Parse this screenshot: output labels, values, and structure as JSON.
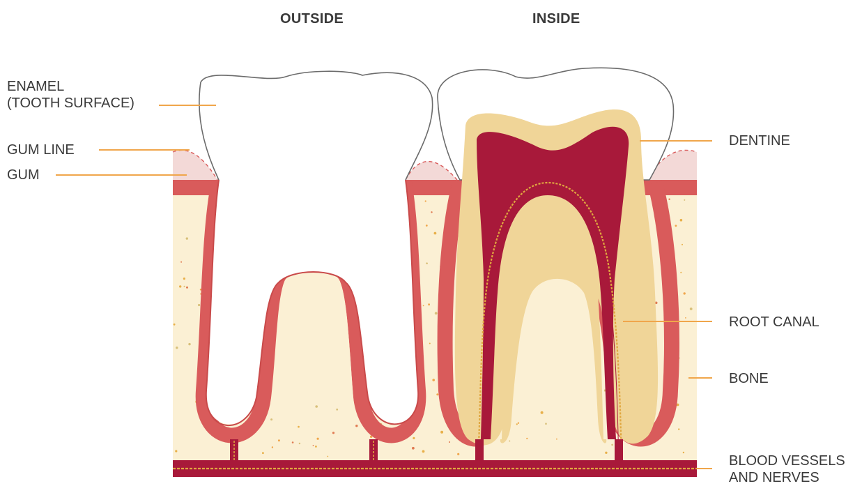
{
  "headings": {
    "outside": "OUTSIDE",
    "inside": "INSIDE"
  },
  "labels": {
    "enamel_line1": "ENAMEL",
    "enamel_line2": "(TOOTH SURFACE)",
    "gum_line": "GUM LINE",
    "gum": "GUM",
    "dentine": "DENTINE",
    "root_canal": "ROOT CANAL",
    "bone": "BONE",
    "vessels_line1": "BLOOD VESSELS",
    "vessels_line2": "AND NERVES"
  },
  "colors": {
    "enamel": "#ffffff",
    "gum_tissue": "#d95b5b",
    "gum_above_line": "#f3d9d7",
    "bone": "#fbf0d4",
    "dentine": "#f0d598",
    "pulp": "#a8193a",
    "nerve": "#e0a73f",
    "leader_line": "#f0a64b",
    "text": "#3a3a3a"
  }
}
